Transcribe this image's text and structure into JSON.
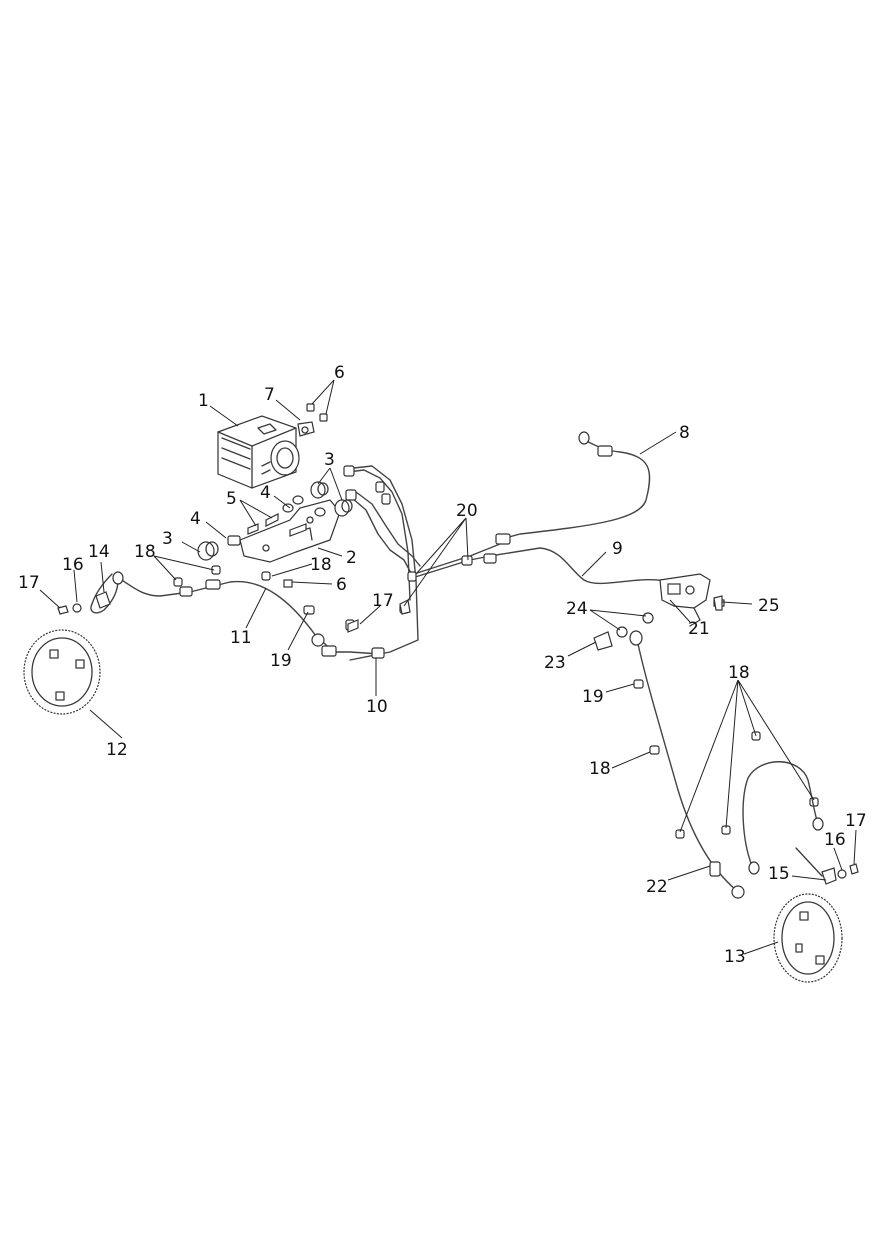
{
  "callouts": [
    {
      "id": "c1",
      "text": "1"
    },
    {
      "id": "c2",
      "text": "2"
    },
    {
      "id": "c3a",
      "text": "3"
    },
    {
      "id": "c3b",
      "text": "3"
    },
    {
      "id": "c4a",
      "text": "4"
    },
    {
      "id": "c4b",
      "text": "4"
    },
    {
      "id": "c5",
      "text": "5"
    },
    {
      "id": "c6a",
      "text": "6"
    },
    {
      "id": "c6b",
      "text": "6"
    },
    {
      "id": "c7",
      "text": "7"
    },
    {
      "id": "c8",
      "text": "8"
    },
    {
      "id": "c9",
      "text": "9"
    },
    {
      "id": "c10",
      "text": "10"
    },
    {
      "id": "c11",
      "text": "11"
    },
    {
      "id": "c12",
      "text": "12"
    },
    {
      "id": "c13",
      "text": "13"
    },
    {
      "id": "c14",
      "text": "14"
    },
    {
      "id": "c15",
      "text": "15"
    },
    {
      "id": "c16a",
      "text": "16"
    },
    {
      "id": "c16b",
      "text": "16"
    },
    {
      "id": "c17a",
      "text": "17"
    },
    {
      "id": "c17b",
      "text": "17"
    },
    {
      "id": "c17c",
      "text": "17"
    },
    {
      "id": "c18a",
      "text": "18"
    },
    {
      "id": "c18b",
      "text": "18"
    },
    {
      "id": "c18c",
      "text": "18"
    },
    {
      "id": "c18d",
      "text": "18"
    },
    {
      "id": "c19a",
      "text": "19"
    },
    {
      "id": "c19b",
      "text": "19"
    },
    {
      "id": "c20",
      "text": "20"
    },
    {
      "id": "c21",
      "text": "21"
    },
    {
      "id": "c22",
      "text": "22"
    },
    {
      "id": "c23",
      "text": "23"
    },
    {
      "id": "c24",
      "text": "24"
    },
    {
      "id": "c25",
      "text": "25"
    }
  ]
}
